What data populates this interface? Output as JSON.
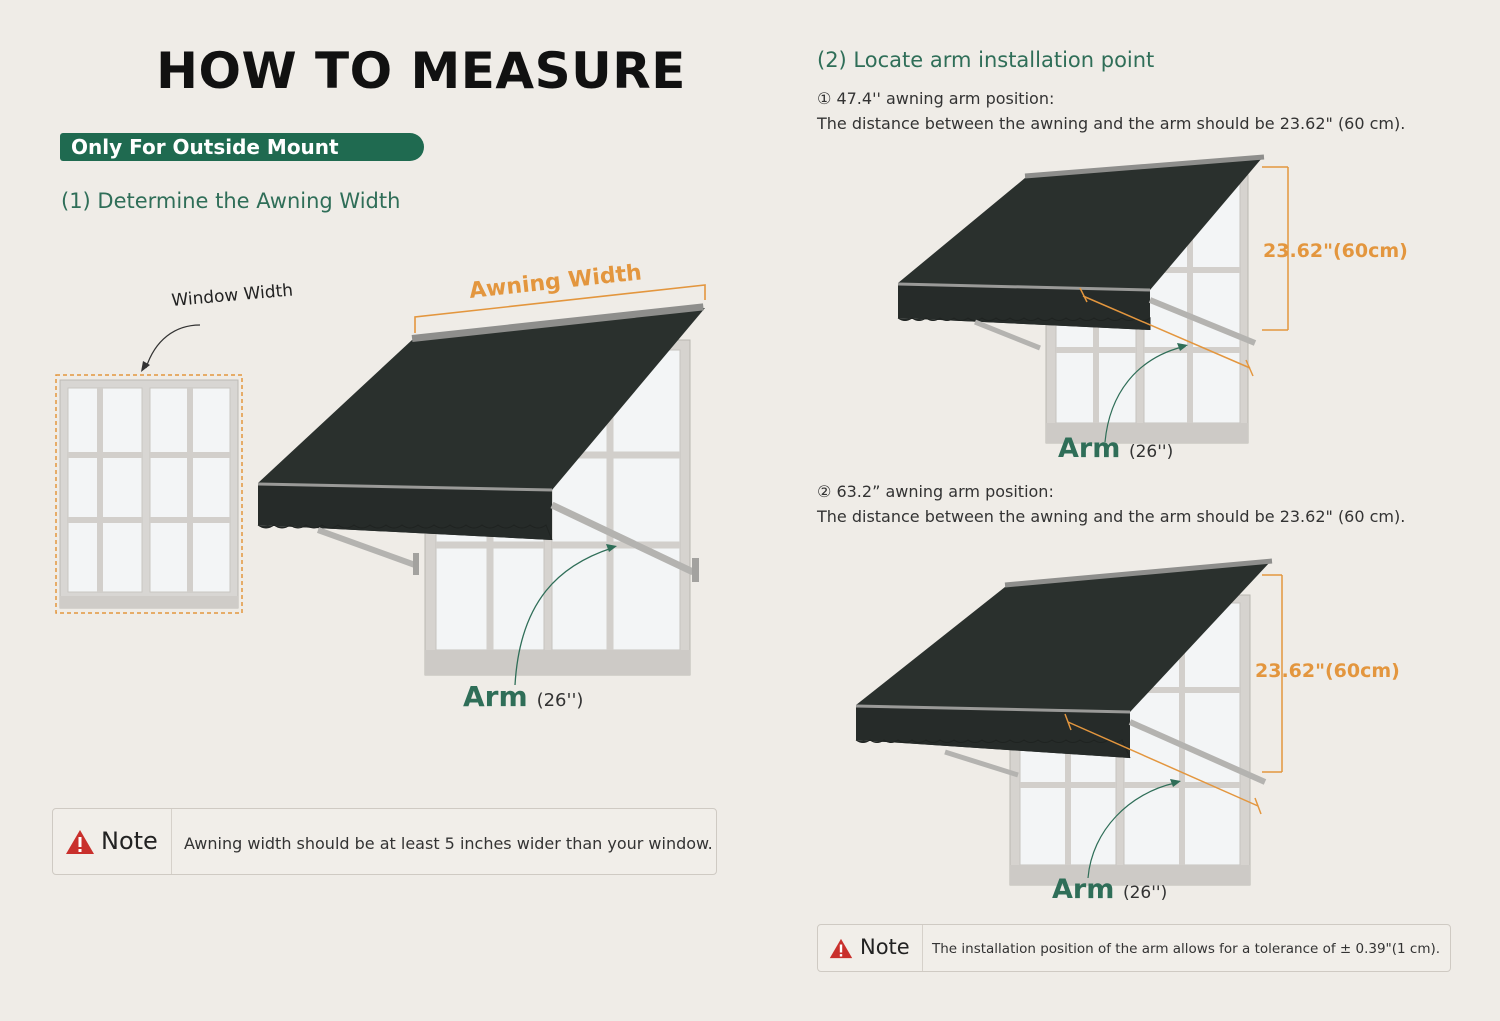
{
  "title": "HOW TO MEASURE",
  "badge": "Only For Outside Mount",
  "section1": {
    "heading": "(1) Determine the Awning Width",
    "window_width_label": "Window Width",
    "awning_width_label": "Awning Width",
    "arm_label": "Arm",
    "arm_size": "(26'')"
  },
  "note1": {
    "label": "Note",
    "text": "Awning width should be at least 5 inches wider than your window."
  },
  "section2": {
    "heading": "(2) Locate arm installation point",
    "item1": {
      "number": "①",
      "title": "47.4'' awning arm position:",
      "text": "The distance between the awning and the arm should be 23.62\" (60 cm).",
      "dimension": "23.62\"(60cm)",
      "arm_label": "Arm",
      "arm_size": "(26'')"
    },
    "item2": {
      "number": "②",
      "title": "63.2” awning arm position:",
      "text": "The distance between the awning and the arm should be 23.62\" (60 cm).",
      "dimension": "23.62\"(60cm)",
      "arm_label": "Arm",
      "arm_size": "(26'')"
    }
  },
  "note2": {
    "label": "Note",
    "text": "The installation position of the arm allows for a tolerance of ± 0.39\"(1 cm)."
  },
  "colors": {
    "green": "#2f6e58",
    "badge_green": "#1f6a50",
    "orange": "#e3963e",
    "awning": "#2a302d",
    "warning_red": "#c9302c"
  }
}
